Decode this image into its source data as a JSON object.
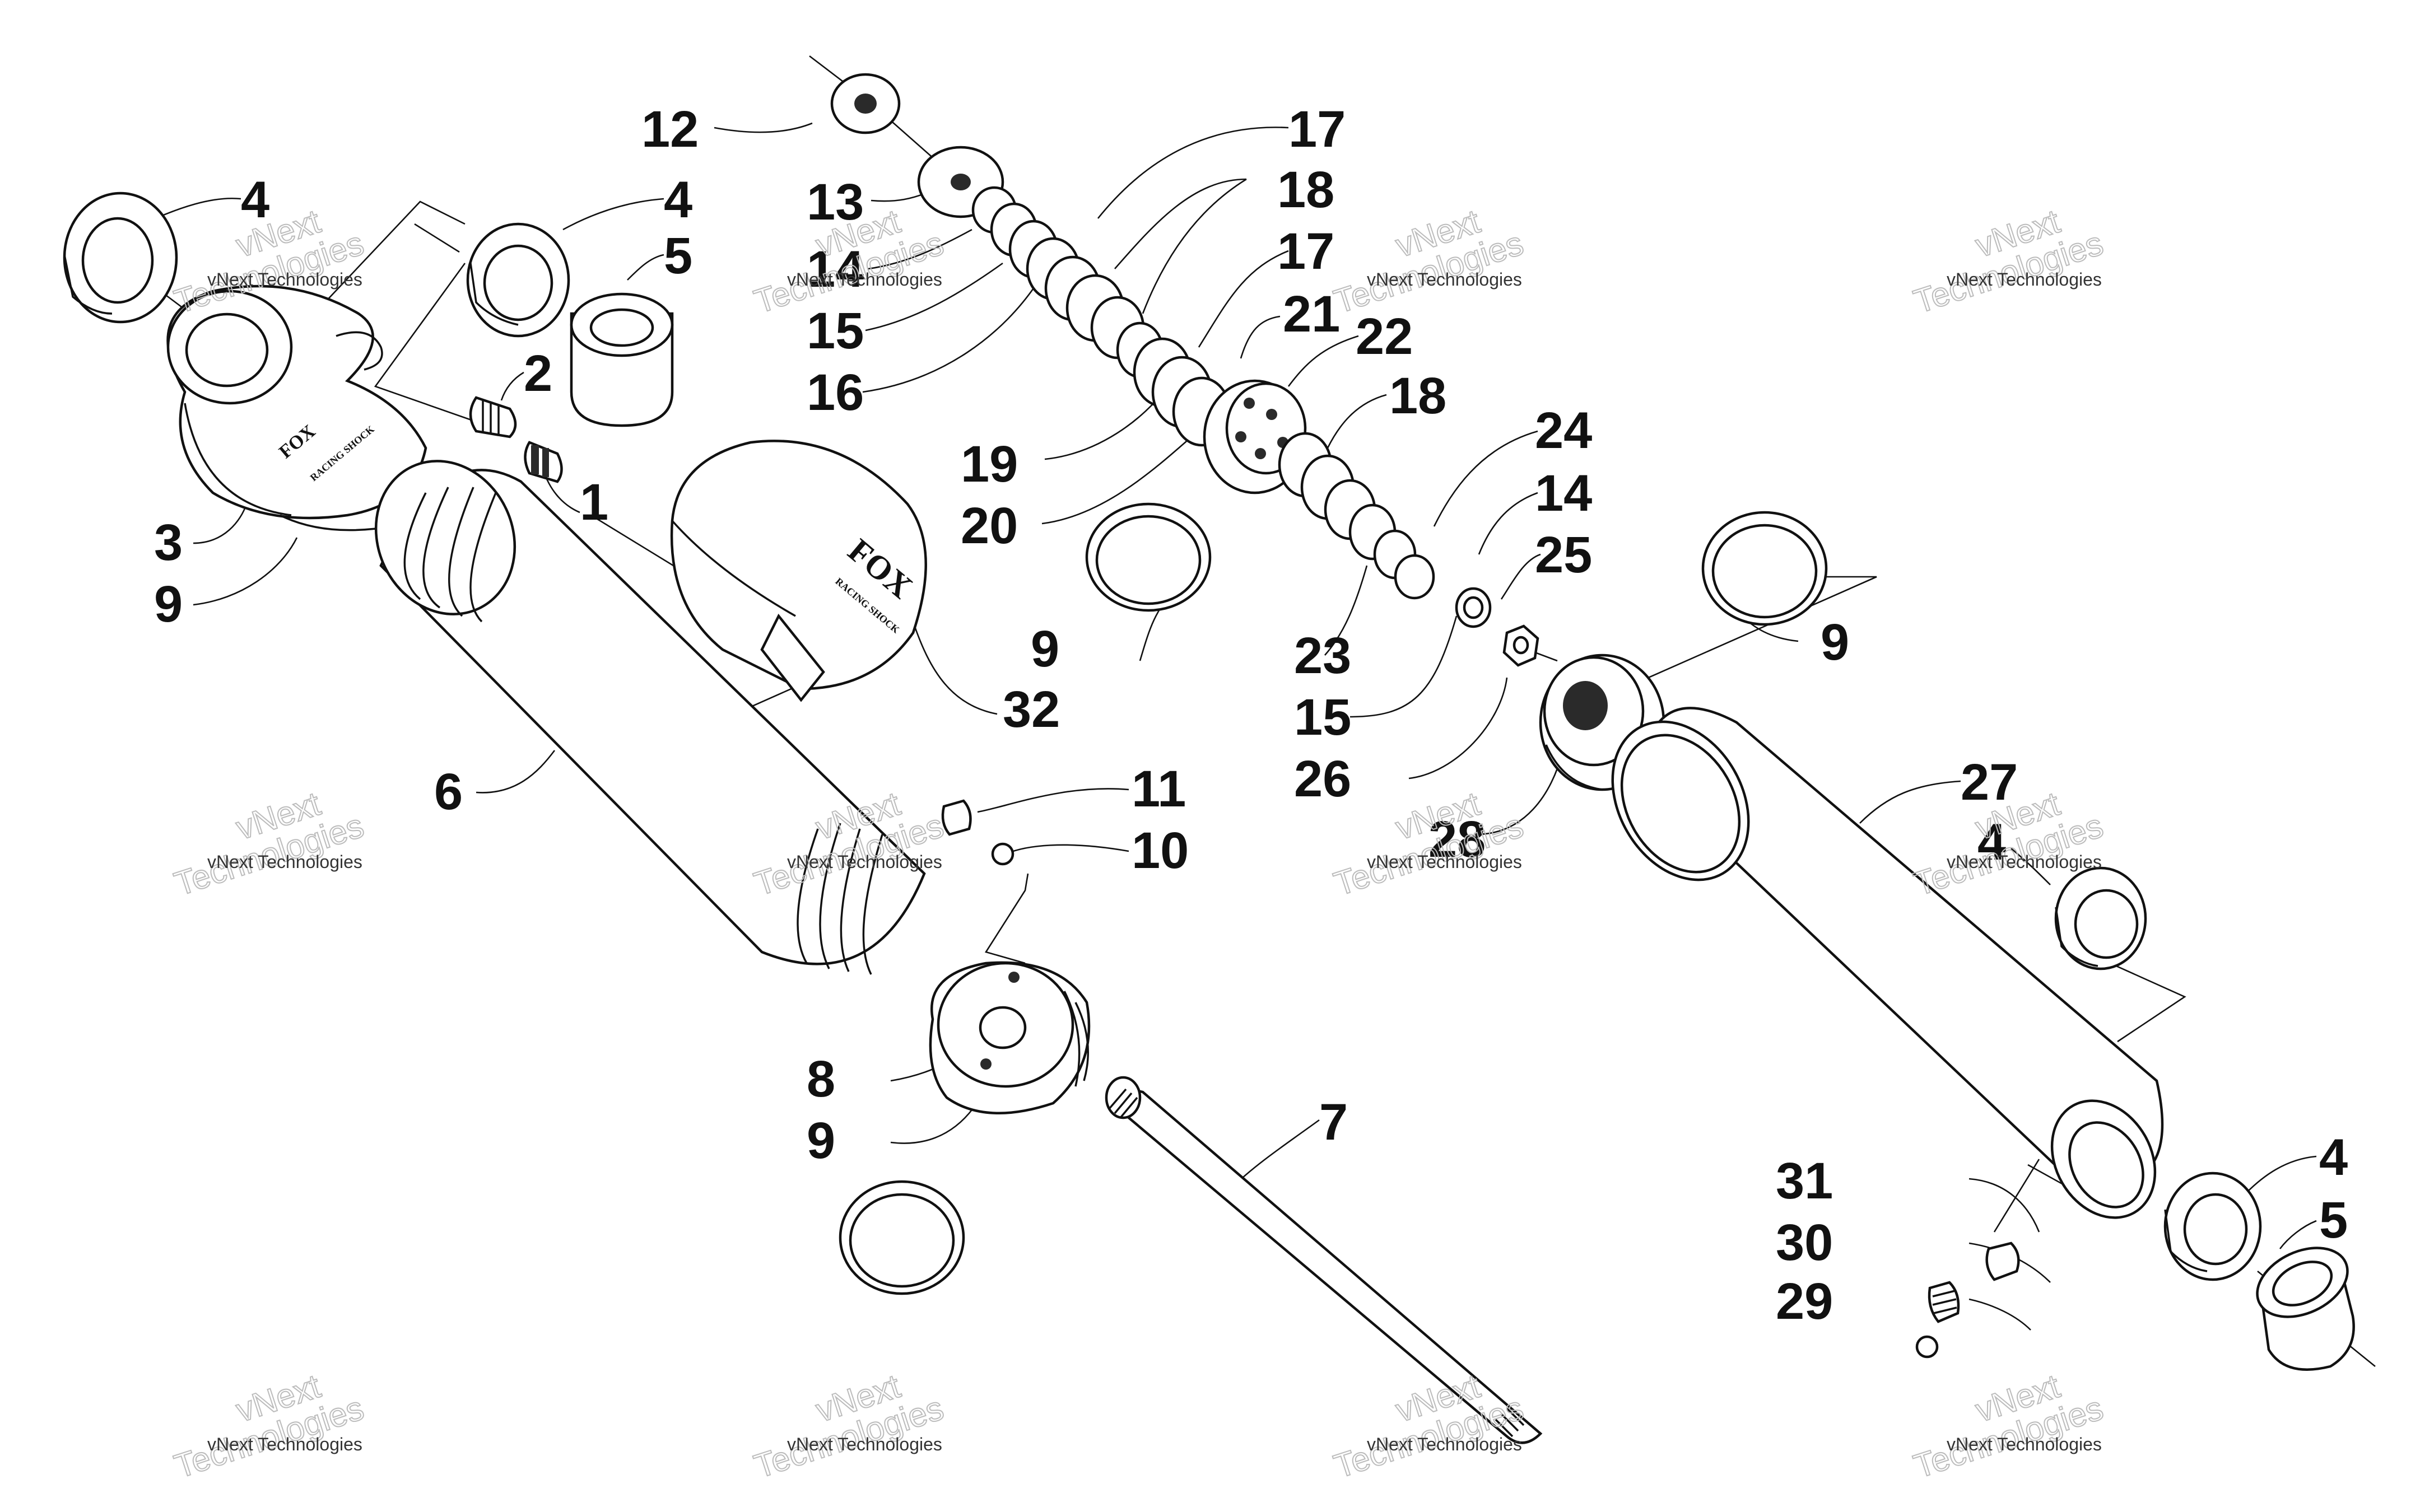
{
  "diagram": {
    "callouts": [
      {
        "id": "c12",
        "text": "12"
      },
      {
        "id": "c13",
        "text": "13"
      },
      {
        "id": "c14a",
        "text": "14"
      },
      {
        "id": "c15a",
        "text": "15"
      },
      {
        "id": "c16",
        "text": "16"
      },
      {
        "id": "c17a",
        "text": "17"
      },
      {
        "id": "c18a",
        "text": "18"
      },
      {
        "id": "c17b",
        "text": "17"
      },
      {
        "id": "c21",
        "text": "21"
      },
      {
        "id": "c22",
        "text": "22"
      },
      {
        "id": "c18b",
        "text": "18"
      },
      {
        "id": "c19",
        "text": "19"
      },
      {
        "id": "c20",
        "text": "20"
      },
      {
        "id": "c24",
        "text": "24"
      },
      {
        "id": "c14b",
        "text": "14"
      },
      {
        "id": "c25",
        "text": "25"
      },
      {
        "id": "c9b",
        "text": "9"
      },
      {
        "id": "c23",
        "text": "23"
      },
      {
        "id": "c15b",
        "text": "15"
      },
      {
        "id": "c26",
        "text": "26"
      },
      {
        "id": "c9c",
        "text": "9"
      },
      {
        "id": "c28",
        "text": "28"
      },
      {
        "id": "c27",
        "text": "27"
      },
      {
        "id": "c4a",
        "text": "4"
      },
      {
        "id": "c4b",
        "text": "4"
      },
      {
        "id": "c5a",
        "text": "5"
      },
      {
        "id": "c2",
        "text": "2"
      },
      {
        "id": "c1",
        "text": "1"
      },
      {
        "id": "c3",
        "text": "3"
      },
      {
        "id": "c9a",
        "text": "9"
      },
      {
        "id": "c32",
        "text": "32"
      },
      {
        "id": "c6",
        "text": "6"
      },
      {
        "id": "c11",
        "text": "11"
      },
      {
        "id": "c10",
        "text": "10"
      },
      {
        "id": "c8",
        "text": "8"
      },
      {
        "id": "c9d",
        "text": "9"
      },
      {
        "id": "c7",
        "text": "7"
      },
      {
        "id": "c4c",
        "text": "4"
      },
      {
        "id": "c31",
        "text": "31"
      },
      {
        "id": "c4d",
        "text": "4"
      },
      {
        "id": "c5b",
        "text": "5"
      },
      {
        "id": "c30",
        "text": "30"
      },
      {
        "id": "c29",
        "text": "29"
      }
    ],
    "logo": {
      "brand": "FOX",
      "tagline": "RACING SHOCK"
    },
    "watermark": {
      "line_small": "vNext Technologies",
      "line_big_1": "vNext",
      "line_big_2": "Technologies"
    }
  }
}
